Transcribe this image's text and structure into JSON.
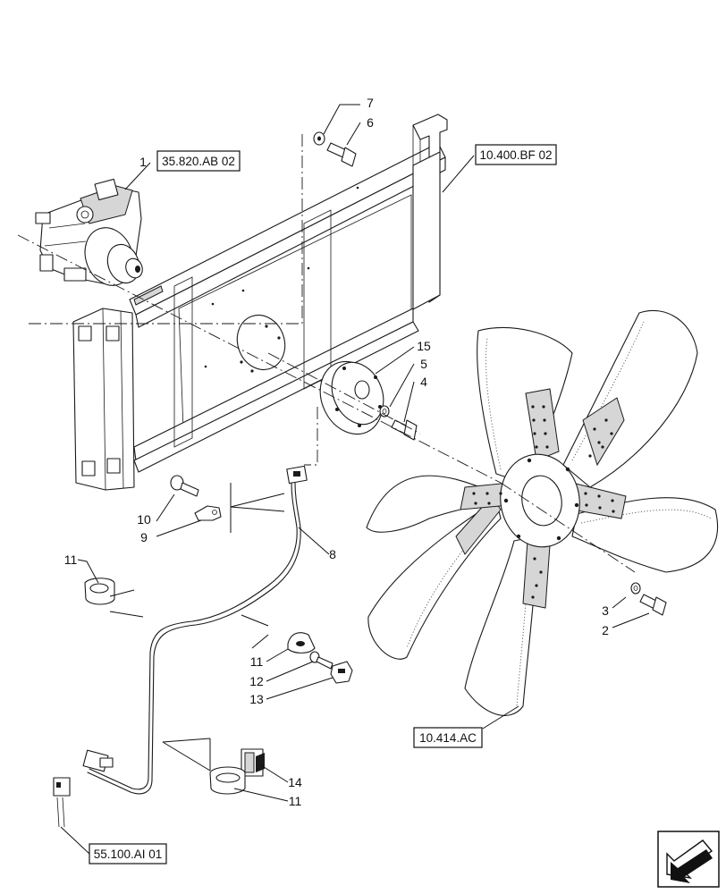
{
  "references": {
    "ref_1": "35.820.AB 02",
    "ref_frame": "10.400.BF 02",
    "ref_fan": "10.414.AC",
    "ref_harness": "55.100.AI 01"
  },
  "callouts": {
    "c1": "1",
    "c2": "2",
    "c3": "3",
    "c4": "4",
    "c5": "5",
    "c6": "6",
    "c7": "7",
    "c8": "8",
    "c9": "9",
    "c10": "10",
    "c11a": "11",
    "c11b": "11",
    "c11c": "11",
    "c12": "12",
    "c13": "13",
    "c14": "14",
    "c15": "15"
  },
  "icons": {
    "nav": "arrow-back-icon"
  }
}
